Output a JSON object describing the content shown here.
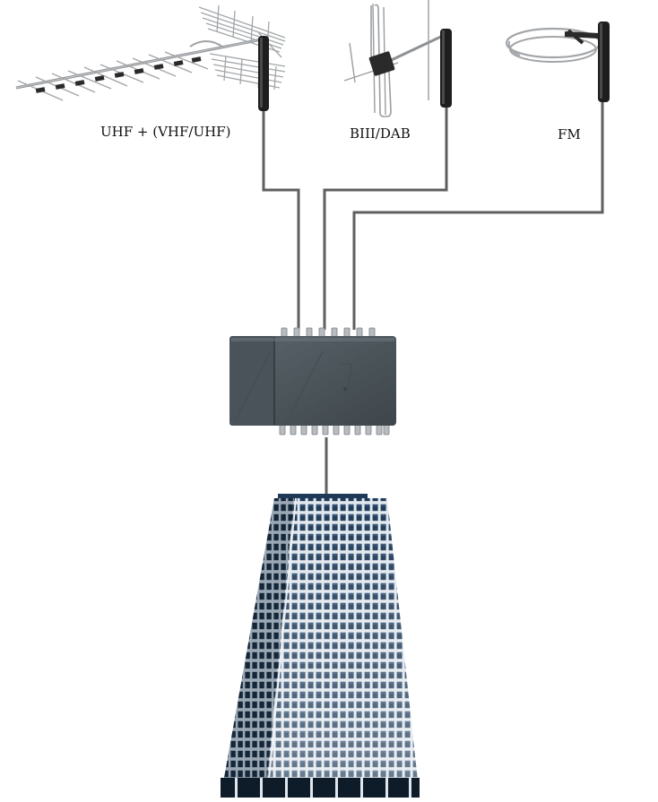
{
  "labels": {
    "uhf": "UHF + (VHF/UHF)",
    "dab": "BIII/DAB",
    "fm": "FM"
  },
  "colors": {
    "cable": "#5f5f5f",
    "mast": "#1e1e1e",
    "amplifier_body": "#4a5359",
    "amplifier_face": "#535d63",
    "connector": "#b8bcc0",
    "antenna_metal": "#9a9da0",
    "building_frame": "#dfe6ee",
    "building_glass": "#1d3550"
  },
  "icons": {
    "antenna_uhf": "yagi-antenna-icon",
    "antenna_dab": "dipole-antenna-icon",
    "antenna_fm": "circular-fm-antenna-icon",
    "amplifier": "multiswitch-amplifier-icon",
    "building": "office-tower-icon"
  }
}
